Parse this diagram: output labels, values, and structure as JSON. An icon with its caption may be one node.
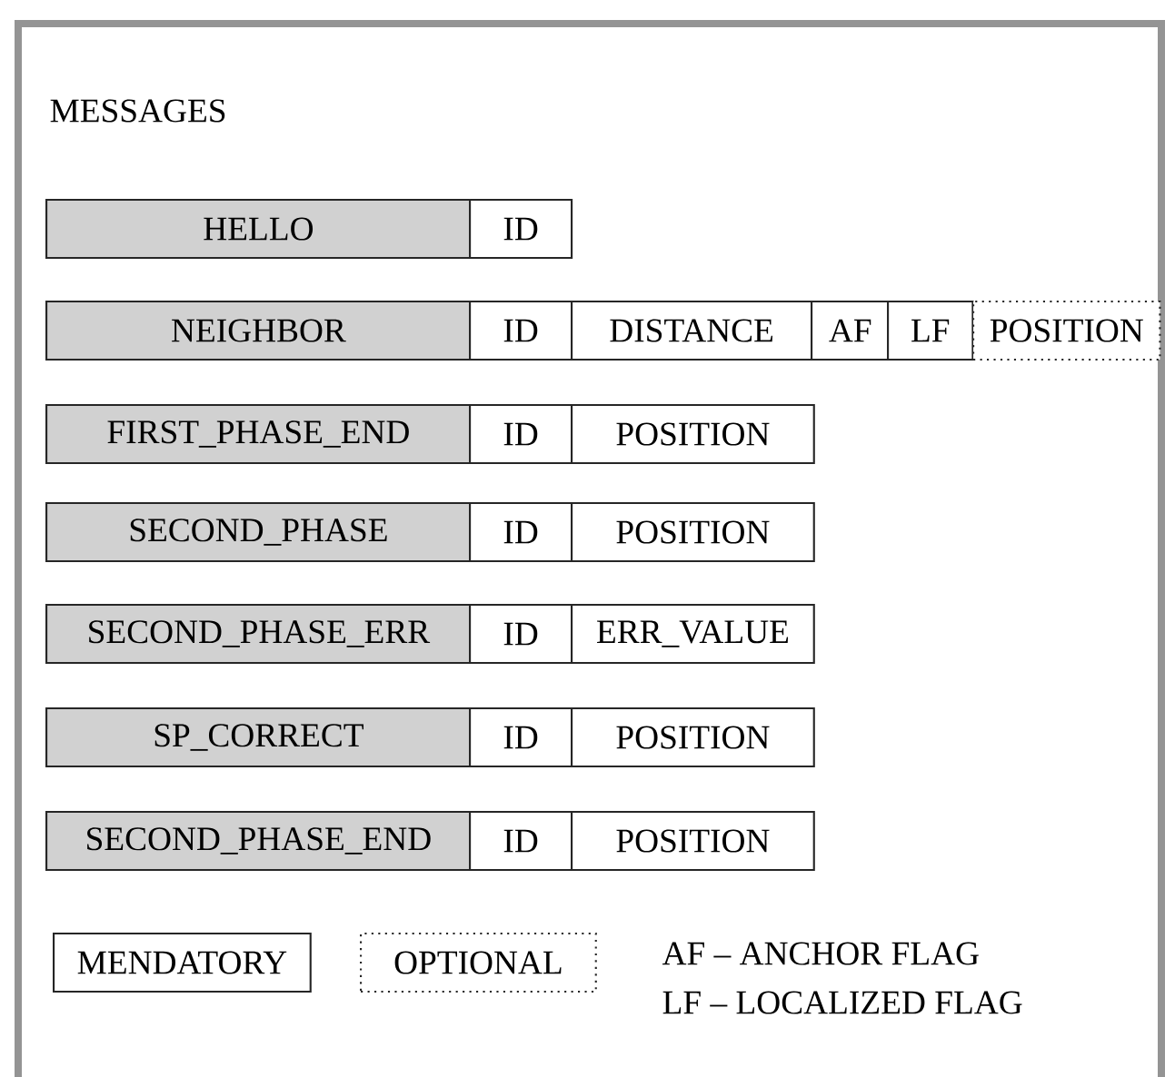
{
  "diagram": {
    "title": "MESSAGES",
    "nodes": [
      {
        "text": [
          "HELLO"
        ]
      },
      {
        "text": [
          "ID"
        ]
      },
      {
        "text": [
          "NEIGHBOR"
        ]
      },
      {
        "text": [
          "ID"
        ]
      },
      {
        "text": [
          "DISTANCE"
        ]
      },
      {
        "text": [
          "AF"
        ]
      },
      {
        "text": [
          "LF"
        ]
      },
      {
        "text": [
          "POSITION"
        ]
      },
      {
        "text": [
          "FIRST_PHASE_END"
        ]
      },
      {
        "text": [
          "ID"
        ]
      },
      {
        "text": [
          "POSITION"
        ]
      },
      {
        "text": [
          "SECOND_PHASE"
        ]
      },
      {
        "text": [
          "ID"
        ]
      },
      {
        "text": [
          "POSITION"
        ]
      },
      {
        "text": [
          "SECOND_PHASE_ERR"
        ]
      },
      {
        "text": [
          "ID"
        ]
      },
      {
        "text": [
          "ERR_VALUE"
        ]
      },
      {
        "text": [
          "SP_CORRECT"
        ]
      },
      {
        "text": [
          "ID"
        ]
      },
      {
        "text": [
          "POSITION"
        ]
      },
      {
        "text": [
          "SECOND_PHASE_END"
        ]
      },
      {
        "text": [
          "ID"
        ]
      },
      {
        "text": [
          "POSITION"
        ]
      },
      {
        "text": [
          "MENDATORY"
        ]
      },
      {
        "text": [
          "OPTIONAL"
        ]
      }
    ],
    "edges": [],
    "labels": [
      "AF – ANCHOR FLAG",
      "LF – LOCALIZED FLAG"
    ]
  }
}
